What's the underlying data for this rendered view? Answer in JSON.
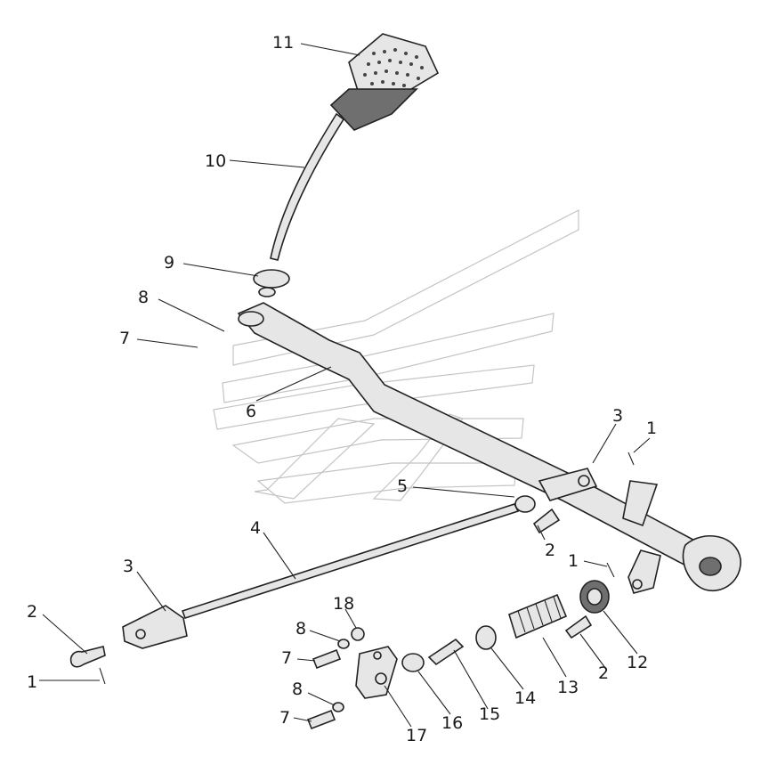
{
  "diagram": {
    "callouts": [
      {
        "id": "c11",
        "label": "11"
      },
      {
        "id": "c10",
        "label": "10"
      },
      {
        "id": "c9",
        "label": "9"
      },
      {
        "id": "c8a",
        "label": "8"
      },
      {
        "id": "c7a",
        "label": "7"
      },
      {
        "id": "c6",
        "label": "6"
      },
      {
        "id": "c3a",
        "label": "3"
      },
      {
        "id": "c1a",
        "label": "1"
      },
      {
        "id": "c5",
        "label": "5"
      },
      {
        "id": "c4",
        "label": "4"
      },
      {
        "id": "c2a",
        "label": "2"
      },
      {
        "id": "c1b",
        "label": "1"
      },
      {
        "id": "c3b",
        "label": "3"
      },
      {
        "id": "c2b",
        "label": "2"
      },
      {
        "id": "c1c",
        "label": "1"
      },
      {
        "id": "c18",
        "label": "18"
      },
      {
        "id": "c8b",
        "label": "8"
      },
      {
        "id": "c7b",
        "label": "7"
      },
      {
        "id": "c8c",
        "label": "8"
      },
      {
        "id": "c7c",
        "label": "7"
      },
      {
        "id": "c17",
        "label": "17"
      },
      {
        "id": "c16",
        "label": "16"
      },
      {
        "id": "c15",
        "label": "15"
      },
      {
        "id": "c14",
        "label": "14"
      },
      {
        "id": "c13",
        "label": "13"
      },
      {
        "id": "c2c",
        "label": "2"
      },
      {
        "id": "c12",
        "label": "12"
      }
    ]
  }
}
